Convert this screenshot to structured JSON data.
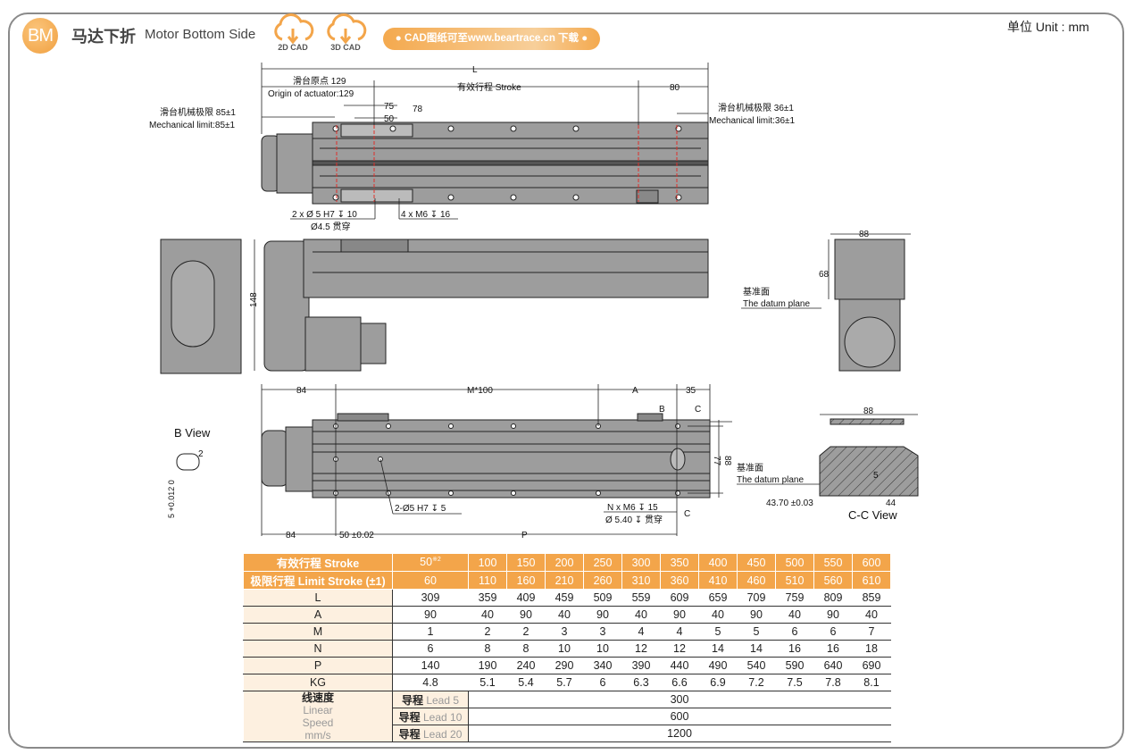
{
  "header": {
    "logo": "BM",
    "title_cn": "马达下折",
    "title_en": "Motor Bottom Side",
    "cad2d": "2D CAD",
    "cad3d": "3D CAD",
    "download": "● CAD图纸可至www.beartrace.cn 下载 ●",
    "unit": "单位 Unit : mm"
  },
  "colors": {
    "accent": "#f3a54a",
    "body": "#9d9d9d",
    "centerline": "#e0302a"
  },
  "top_view": {
    "L": "L",
    "origin_cn": "滑台原点 129",
    "origin_en": "Origin of actuator:129",
    "stroke": "有效行程 Stroke",
    "d80": "80",
    "d75": "75",
    "d50": "50",
    "d78": "78",
    "mech_left_cn": "滑台机械极限 85±1",
    "mech_left_en": "Mechanical limit:85±1",
    "mech_right_cn": "滑台机械极限 36±1",
    "mech_right_en": "Mechanical limit:36±1",
    "hole1": "2 x Ø 5 H7 ↧ 10",
    "hole1b": "Ø4.5 贯穿",
    "hole2": "4 x M6 ↧ 16"
  },
  "side_view": {
    "d148": "148",
    "d88": "88",
    "d68": "68",
    "datum_cn": "基准面",
    "datum_en": "The datum plane"
  },
  "bottom_view": {
    "d84a": "84",
    "m100": "M*100",
    "A": "A",
    "d35": "35",
    "B": "B",
    "C1": "C",
    "C2": "C",
    "d77": "77",
    "d88": "88",
    "hole3": "2-Ø5 H7 ↧ 5",
    "hole4": "N x M6 ↧ 15",
    "hole4b": "Ø 5.40 ↧ 贯穿",
    "d84b": "84",
    "d50": "50 ±0.02",
    "P": "P"
  },
  "b_view": {
    "title": "B View",
    "d2": "2",
    "tol": "5 +0.012 0"
  },
  "cc_view": {
    "title": "C-C View",
    "d88": "88",
    "datum_cn": "基准面",
    "datum_en": "The datum plane",
    "d4370": "43.70 ±0.03",
    "d44": "44",
    "d5": "5"
  },
  "table": {
    "stroke_label": "有效行程 Stroke",
    "stroke": [
      "50",
      "100",
      "150",
      "200",
      "250",
      "300",
      "350",
      "400",
      "450",
      "500",
      "550",
      "600"
    ],
    "stroke_note": "※2",
    "limit_label": "极限行程 Limit Stroke (±1)",
    "limit": [
      "60",
      "110",
      "160",
      "210",
      "260",
      "310",
      "360",
      "410",
      "460",
      "510",
      "560",
      "610"
    ],
    "rows": [
      {
        "label": "L",
        "values": [
          "309",
          "359",
          "409",
          "459",
          "509",
          "559",
          "609",
          "659",
          "709",
          "759",
          "809",
          "859"
        ]
      },
      {
        "label": "A",
        "values": [
          "90",
          "40",
          "90",
          "40",
          "90",
          "40",
          "90",
          "40",
          "90",
          "40",
          "90",
          "40"
        ]
      },
      {
        "label": "M",
        "values": [
          "1",
          "2",
          "2",
          "3",
          "3",
          "4",
          "4",
          "5",
          "5",
          "6",
          "6",
          "7"
        ]
      },
      {
        "label": "N",
        "values": [
          "6",
          "8",
          "8",
          "10",
          "10",
          "12",
          "12",
          "14",
          "14",
          "16",
          "16",
          "18"
        ]
      },
      {
        "label": "P",
        "values": [
          "140",
          "190",
          "240",
          "290",
          "340",
          "390",
          "440",
          "490",
          "540",
          "590",
          "640",
          "690"
        ]
      },
      {
        "label": "KG",
        "values": [
          "4.8",
          "5.1",
          "5.4",
          "5.7",
          "6",
          "6.3",
          "6.6",
          "6.9",
          "7.2",
          "7.5",
          "7.8",
          "8.1"
        ]
      }
    ],
    "speed": {
      "label_cn": "线速度",
      "label_en1": "Linear",
      "label_en2": "Speed",
      "label_unit": "mm/s",
      "lead_cn": "导程",
      "leads": [
        {
          "lead": "Lead 5",
          "value": "300"
        },
        {
          "lead": "Lead 10",
          "value": "600"
        },
        {
          "lead": "Lead 20",
          "value": "1200"
        }
      ]
    }
  }
}
